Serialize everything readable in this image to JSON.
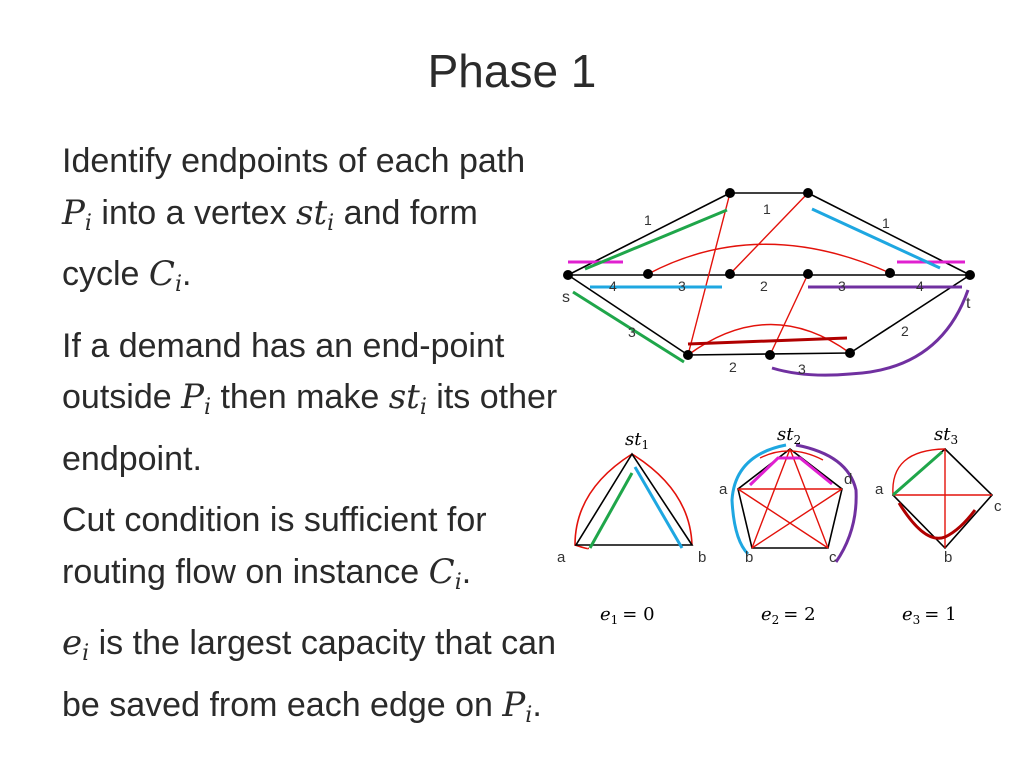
{
  "title": "Phase 1",
  "paragraphs": {
    "p1": {
      "a": "Identify endpoints of each path ",
      "b": "P",
      "c": "i",
      "d": " into a vertex ",
      "e": "st",
      "f": "i",
      "g": " and form cycle ",
      "h": "C",
      "i": "i",
      "j": "."
    },
    "p2": {
      "a": "If a demand has an end-point outside ",
      "b": "P",
      "c": "i",
      "d": " then make ",
      "e": "st",
      "f": "i",
      "g": " its other endpoint."
    },
    "p3": {
      "a": "Cut condition is sufficient for routing flow on instance ",
      "b": "C",
      "c": "i",
      "d": "."
    },
    "p4": {
      "a": "e",
      "b": "i",
      "c": " is the largest capacity that can be saved from each edge on ",
      "d": "P",
      "e": "i",
      "f": "."
    }
  },
  "graph": {
    "vertex_labels": {
      "s": "s",
      "t": "t"
    },
    "edge_labels": [
      "1",
      "1",
      "1",
      "4",
      "3",
      "2",
      "3",
      "4",
      "3",
      "2",
      "2",
      "3"
    ]
  },
  "cycles": [
    {
      "name_main": "st",
      "name_sub": "1",
      "vertex_labels": [
        "a",
        "b"
      ],
      "e_main": "e",
      "e_sub": "1",
      "e_value": "= 0"
    },
    {
      "name_main": "st",
      "name_sub": "2",
      "vertex_labels": [
        "a",
        "b",
        "c",
        "d"
      ],
      "e_main": "e",
      "e_sub": "2",
      "e_value": "= 2"
    },
    {
      "name_main": "st",
      "name_sub": "3",
      "vertex_labels": [
        "a",
        "b",
        "c"
      ],
      "e_main": "e",
      "e_sub": "3",
      "e_value": "= 1"
    }
  ],
  "colors": {
    "black": "#000000",
    "red": "#e3120b",
    "green": "#1fa64a",
    "cyan": "#1ea7e1",
    "magenta": "#e020d0",
    "purple": "#7030a0",
    "darkred": "#b00000"
  }
}
